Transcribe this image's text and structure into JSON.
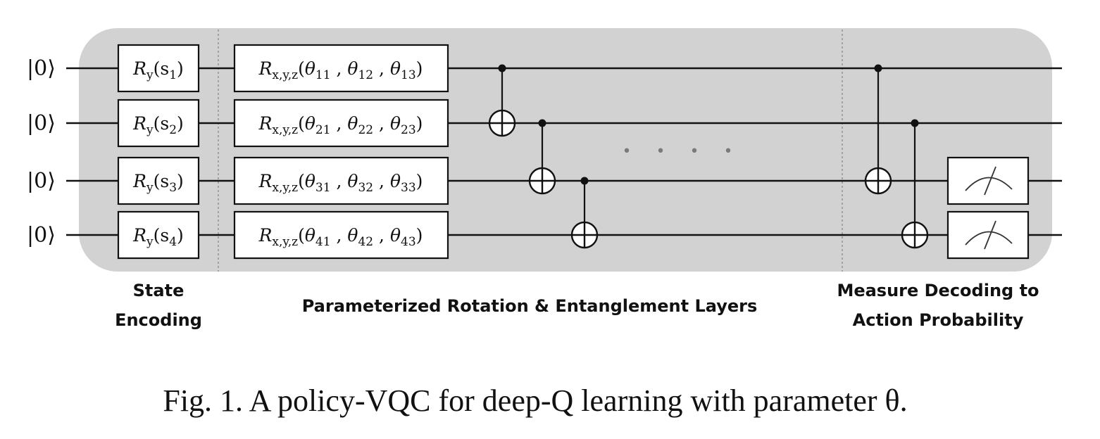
{
  "qubits": [
    {
      "label": "|0⟩"
    },
    {
      "label": "|0⟩"
    },
    {
      "label": "|0⟩"
    },
    {
      "label": "|0⟩"
    }
  ],
  "encoding_gates": [
    {
      "op": "R",
      "sub": "y",
      "arg": "s",
      "argsub": "1"
    },
    {
      "op": "R",
      "sub": "y",
      "arg": "s",
      "argsub": "2"
    },
    {
      "op": "R",
      "sub": "y",
      "arg": "s",
      "argsub": "3"
    },
    {
      "op": "R",
      "sub": "y",
      "arg": "s",
      "argsub": "4"
    }
  ],
  "rotation_gates": [
    {
      "op": "R",
      "sub": "x,y,z",
      "params": [
        "θ11",
        "θ12",
        "θ13"
      ]
    },
    {
      "op": "R",
      "sub": "x,y,z",
      "params": [
        "θ21",
        "θ22",
        "θ23"
      ]
    },
    {
      "op": "R",
      "sub": "x,y,z",
      "params": [
        "θ31",
        "θ32",
        "θ33"
      ]
    },
    {
      "op": "R",
      "sub": "x,y,z",
      "params": [
        "θ41",
        "θ42",
        "θ43"
      ]
    }
  ],
  "cnots_layer": [
    {
      "control": 0,
      "target": 1
    },
    {
      "control": 1,
      "target": 2
    },
    {
      "control": 2,
      "target": 3
    }
  ],
  "cnots_final": [
    {
      "control": 0,
      "target": 2
    },
    {
      "control": 1,
      "target": 3
    }
  ],
  "measured_qubits": [
    2,
    3
  ],
  "ellipsis": "• • • •",
  "section_labels": {
    "encoding": [
      "State",
      "Encoding"
    ],
    "layers": [
      "Parameterized Rotation  & Entanglement Layers"
    ],
    "measure": [
      "Measure Decoding to",
      "Action Probability"
    ]
  },
  "caption": "Fig. 1.  A policy-VQC for deep-Q learning with parameter θ.",
  "colors": {
    "panel": "#d3d2d3",
    "wire": "#111111",
    "separator": "#8a8a8a"
  }
}
